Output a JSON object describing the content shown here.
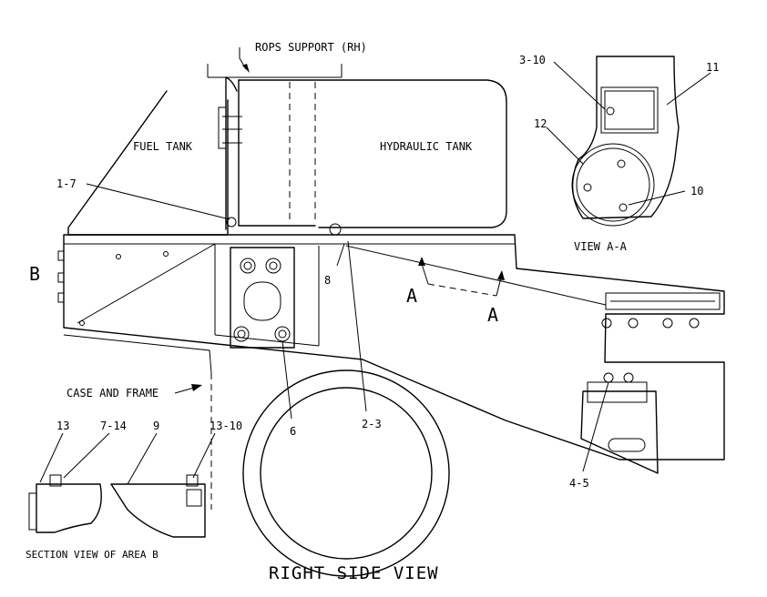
{
  "labels": {
    "rops_support": "ROPS SUPPORT (RH)",
    "fuel_tank": "FUEL TANK",
    "hydraulic_tank": "HYDRAULIC TANK",
    "case_and_frame": "CASE AND FRAME",
    "view_aa": "VIEW A-A",
    "section_view": "SECTION VIEW OF AREA B",
    "caption": "RIGHT SIDE VIEW"
  },
  "view_letters": {
    "b": "B",
    "a_left": "A",
    "a_right": "A"
  },
  "callouts": {
    "c_1_7": "1-7",
    "c_8": "8",
    "c_6": "6",
    "c_2_3": "2-3",
    "c_4_5": "4-5",
    "c_3_10": "3-10",
    "c_11": "11",
    "c_12": "12",
    "c_10": "10",
    "c_13": "13",
    "c_7_14": "7-14",
    "c_9": "9",
    "c_13_10": "13-10"
  }
}
